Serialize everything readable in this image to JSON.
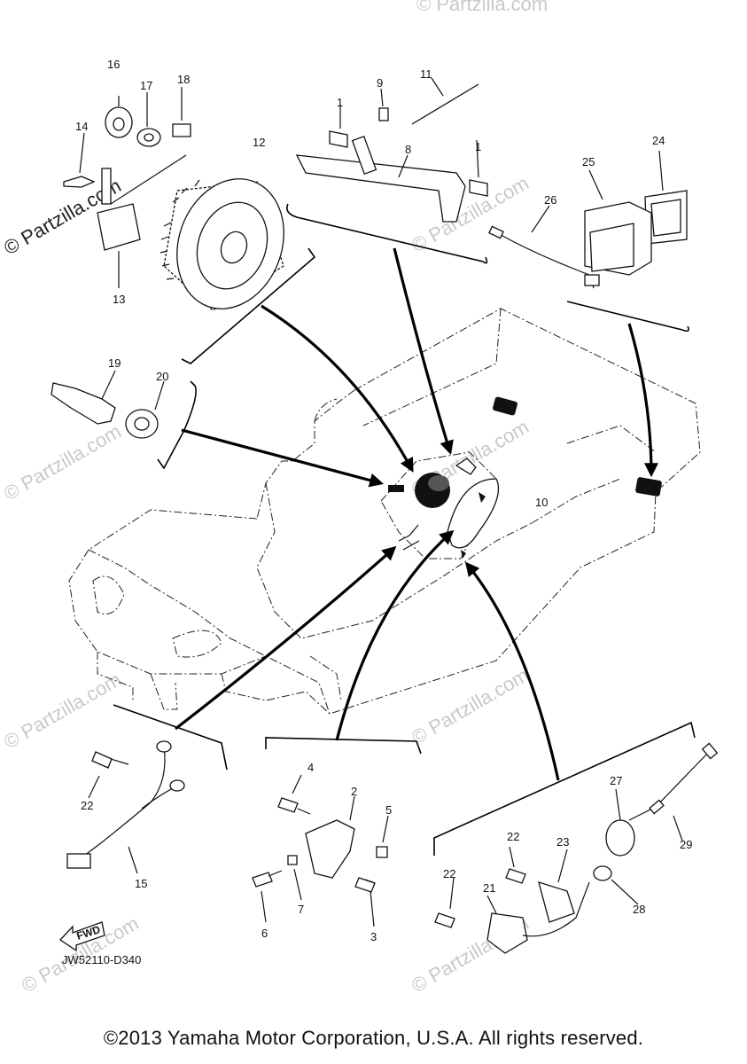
{
  "diagram_code": "JW52110-D340",
  "copyright": "©2013 Yamaha Motor Corporation, U.S.A. All rights reserved.",
  "watermark": "© Partzilla.com",
  "fwd_label": "FWD",
  "callouts": {
    "c1a": "1",
    "c1b": "1",
    "c2": "2",
    "c3": "3",
    "c4": "4",
    "c5": "5",
    "c6": "6",
    "c7": "7",
    "c8": "8",
    "c9": "9",
    "c10": "10",
    "c11": "11",
    "c12": "12",
    "c13": "13",
    "c14": "14",
    "c15": "15",
    "c16": "16",
    "c17": "17",
    "c18": "18",
    "c19": "19",
    "c20": "20",
    "c21": "21",
    "c22a": "22",
    "c22b": "22",
    "c22c": "22",
    "c23": "23",
    "c24": "24",
    "c25": "25",
    "c26": "26",
    "c27": "27",
    "c28": "28",
    "c29": "29"
  }
}
